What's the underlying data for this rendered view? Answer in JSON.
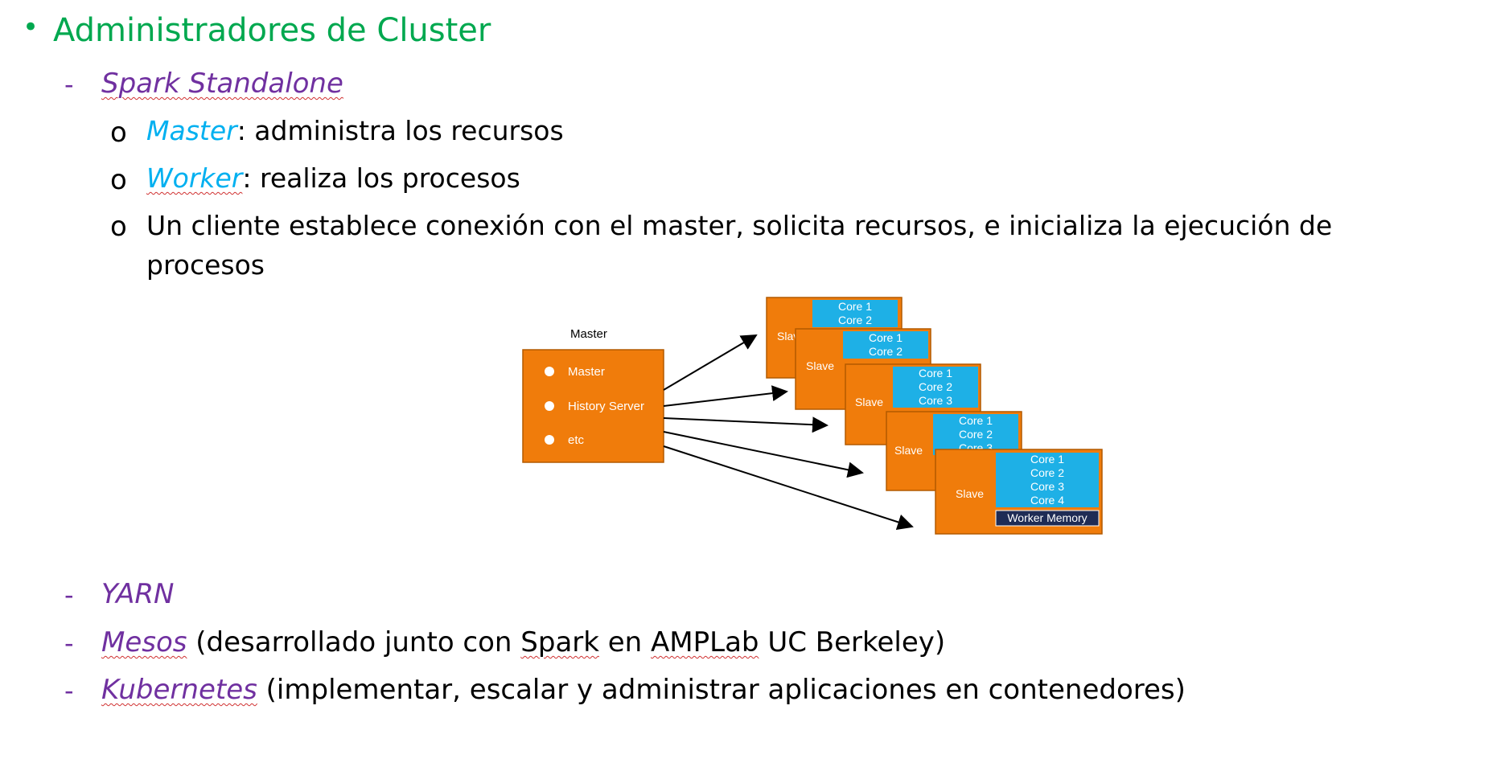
{
  "heading": "Administradores de Cluster",
  "standalone": {
    "title": "Spark Standalone",
    "items": [
      {
        "term": "Master",
        "text": ": administra los recursos"
      },
      {
        "term": "Worker",
        "text": ": realiza los procesos"
      },
      {
        "term": "",
        "text": "Un cliente establece conexión con el master, solicita recursos, e inicializa la ejecución de",
        "text2": "procesos"
      }
    ]
  },
  "diagram": {
    "master_title": "Master",
    "master_items": [
      "Master",
      "History Server",
      "etc"
    ],
    "slave_label": "Slave",
    "slaves": [
      {
        "cores": [
          "Core 1",
          "Core 2"
        ]
      },
      {
        "cores": [
          "Core 1",
          "Core 2"
        ]
      },
      {
        "cores": [
          "Core 1",
          "Core 2",
          "Core 3"
        ]
      },
      {
        "cores": [
          "Core 1",
          "Core 2",
          "Core 3"
        ]
      },
      {
        "cores": [
          "Core 1",
          "Core 2",
          "Core 3",
          "Core 4"
        ],
        "memory": "Worker Memory"
      }
    ],
    "colors": {
      "box": "#f07c0b",
      "core": "#1eb0e6",
      "memory": "#1f2c55"
    }
  },
  "others": [
    {
      "name": "YARN",
      "desc": ""
    },
    {
      "name": "Mesos",
      "desc": " (desarrollado junto con ",
      "desc_parts": [
        "Spark",
        " en ",
        "AMPLab",
        " UC Berkeley)"
      ]
    },
    {
      "name": "Kubernetes",
      "desc": " (implementar, escalar y administrar aplicaciones en contenedores)"
    }
  ]
}
